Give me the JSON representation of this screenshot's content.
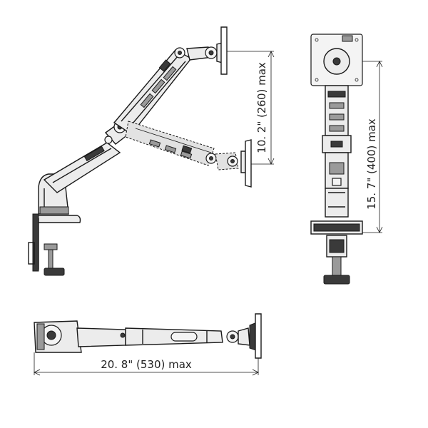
{
  "dimensions": {
    "arm_travel_label": "10. 2\" (260) max",
    "height_label": "15. 7\" (400) max",
    "reach_label": "20. 8\" (530) max"
  },
  "colors": {
    "line": "#1a1a1a",
    "dark_part": "#3a3a3a",
    "light_part": "#ececec"
  }
}
